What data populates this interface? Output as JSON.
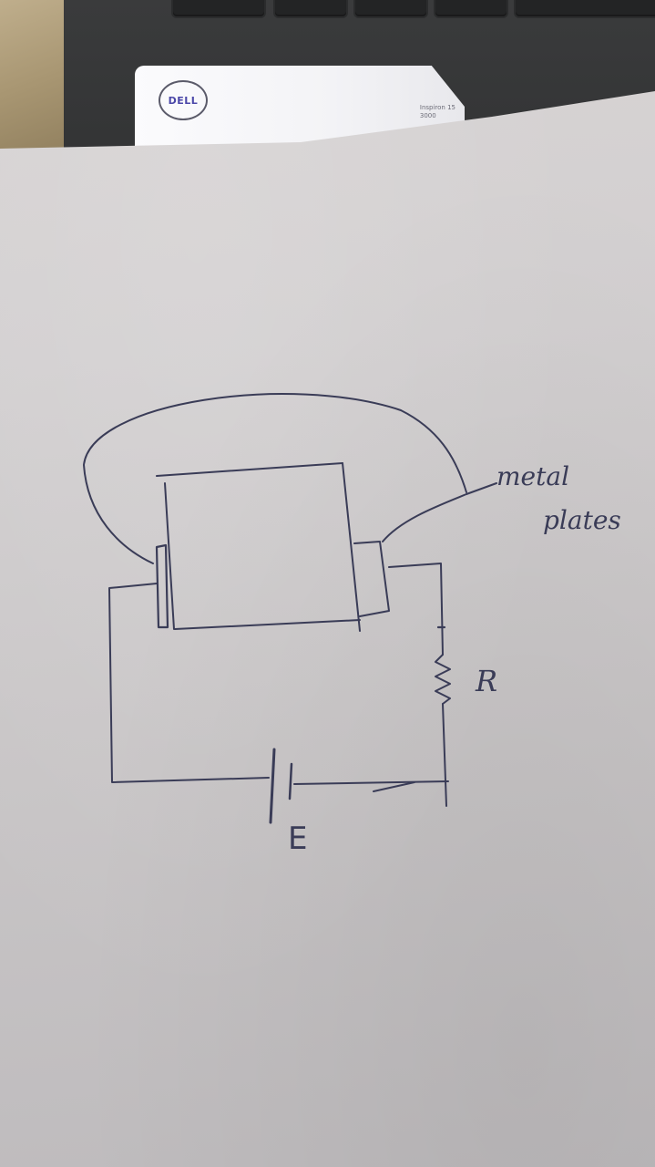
{
  "scene": {
    "background_object": "laptop keyboard edge",
    "sticker": {
      "brand": "DELL",
      "model_line1": "Inspiron 15",
      "model_line2": "3000"
    }
  },
  "diagram": {
    "title": "",
    "components": [
      {
        "id": "block",
        "type": "rectangular block between two metal plates"
      },
      {
        "id": "plate_left",
        "type": "metal plate"
      },
      {
        "id": "plate_right",
        "type": "metal plate"
      },
      {
        "id": "resistor",
        "type": "resistor",
        "label": "R"
      },
      {
        "id": "battery",
        "type": "cell",
        "label": "E"
      },
      {
        "id": "arc_wire",
        "type": "curved wire connecting left plate to right plate via label pointer"
      }
    ],
    "labels": {
      "metal_plates_line1": "metal",
      "metal_plates_line2": "plates",
      "resistor": "R",
      "battery": "E"
    },
    "ink_color": "#3a3c57",
    "paper_color": "#d2cfd0"
  }
}
